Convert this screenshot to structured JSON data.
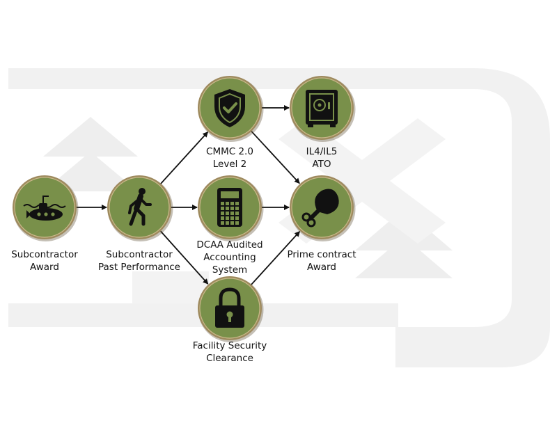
{
  "colors": {
    "circle_fill": "#79904a",
    "circle_ring": "#9e8a5e",
    "icon": "#111111",
    "arrow": "#111111",
    "watermark": "#f0f0f0"
  },
  "nodes": {
    "subcontractor_award": {
      "icon": "submarine-icon",
      "label_lines": [
        "Subcontractor",
        "Award"
      ]
    },
    "past_performance": {
      "icon": "walking-person-icon",
      "label_lines": [
        "Subcontractor",
        "Past Performance"
      ]
    },
    "cmmc": {
      "icon": "shield-check-icon",
      "label_lines": [
        "CMMC 2.0",
        "Level 2"
      ]
    },
    "dcaa": {
      "icon": "calculator-icon",
      "label_lines": [
        "DCAA Audited",
        "Accounting",
        "System"
      ]
    },
    "facility_clearance": {
      "icon": "padlock-icon",
      "label_lines": [
        "Facility Security",
        "Clearance"
      ]
    },
    "il4_il5": {
      "icon": "safe-icon",
      "label_lines": [
        "IL4/IL5",
        "ATO"
      ]
    },
    "prime_award": {
      "icon": "drumstick-icon",
      "label_lines": [
        "Prime contract",
        "Award"
      ]
    }
  },
  "edges": [
    [
      "subcontractor_award",
      "past_performance"
    ],
    [
      "past_performance",
      "cmmc"
    ],
    [
      "past_performance",
      "dcaa"
    ],
    [
      "past_performance",
      "facility_clearance"
    ],
    [
      "cmmc",
      "il4_il5"
    ],
    [
      "cmmc",
      "prime_award"
    ],
    [
      "dcaa",
      "prime_award"
    ],
    [
      "facility_clearance",
      "prime_award"
    ]
  ]
}
